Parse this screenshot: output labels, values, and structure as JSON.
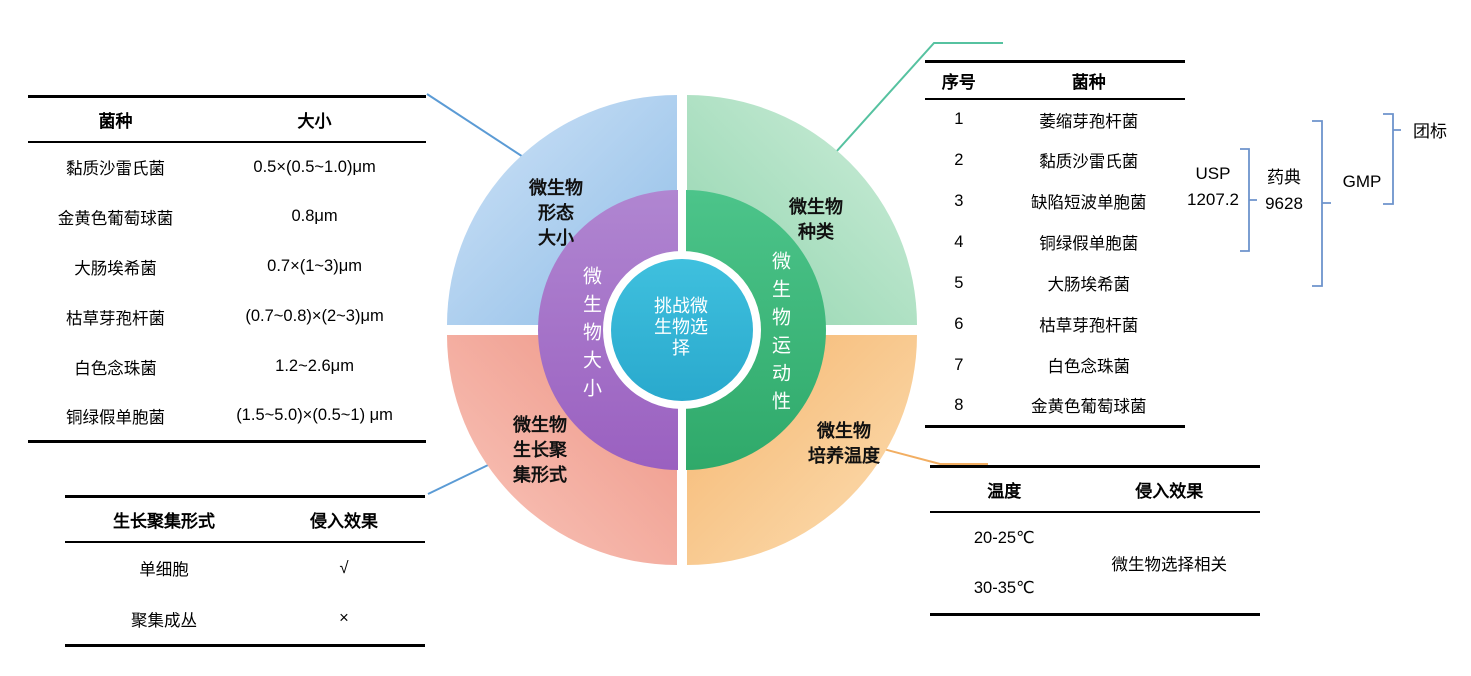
{
  "diagram": {
    "center_label": "挑战微\n生物选\n择",
    "inner_left_label": "微生物大小",
    "inner_right_label": "微生物运动性",
    "quadrants": {
      "morphology": "微生物\n形态\n大小",
      "species": "微生物\n种类",
      "growth": "微生物\n生长聚\n集形式",
      "temperature": "微生物\n培养温度"
    }
  },
  "size_table": {
    "headers": [
      "菌种",
      "大小"
    ],
    "rows": [
      [
        "黏质沙雷氏菌",
        "0.5×(0.5~1.0)μm"
      ],
      [
        "金黄色葡萄球菌",
        "0.8μm"
      ],
      [
        "大肠埃希菌",
        "0.7×(1~3)μm"
      ],
      [
        "枯草芽孢杆菌",
        "(0.7~0.8)×(2~3)μm"
      ],
      [
        "白色念珠菌",
        "1.2~2.6μm"
      ],
      [
        "铜绿假单胞菌",
        "(1.5~5.0)×(0.5~1) μm"
      ]
    ]
  },
  "species_table": {
    "headers": [
      "序号",
      "菌种"
    ],
    "rows": [
      [
        "1",
        "萎缩芽孢杆菌"
      ],
      [
        "2",
        "黏质沙雷氏菌"
      ],
      [
        "3",
        "缺陷短波单胞菌"
      ],
      [
        "4",
        "铜绿假单胞菌"
      ],
      [
        "5",
        "大肠埃希菌"
      ],
      [
        "6",
        "枯草芽孢杆菌"
      ],
      [
        "7",
        "白色念珠菌"
      ],
      [
        "8",
        "金黄色葡萄球菌"
      ]
    ]
  },
  "growth_table": {
    "headers": [
      "生长聚集形式",
      "侵入效果"
    ],
    "rows": [
      [
        "单细胞",
        "√"
      ],
      [
        "聚集成丛",
        "×"
      ]
    ]
  },
  "temp_table": {
    "headers": [
      "温度",
      "侵入效果"
    ],
    "temps": [
      "20-25℃",
      "30-35℃"
    ],
    "effect": "微生物选择相关"
  },
  "standards": {
    "usp": "USP\n1207.2",
    "pharmacopeia": "药典\n9628",
    "gmp": "GMP",
    "group_standard": "团标"
  },
  "colors": {
    "quadrant_blue": "#8fbde7",
    "quadrant_green": "#90d4ad",
    "quadrant_red": "#ee9384",
    "quadrant_orange": "#f5b56e",
    "inner_purple": "#a06cc5",
    "inner_green": "#3bba7c",
    "center_cyan": "#32b5d8",
    "connector_blue": "#5b9bd5",
    "connector_green": "#56c2a0",
    "connector_orange": "#f2ae62",
    "bracket_blue": "#6d93cc"
  }
}
